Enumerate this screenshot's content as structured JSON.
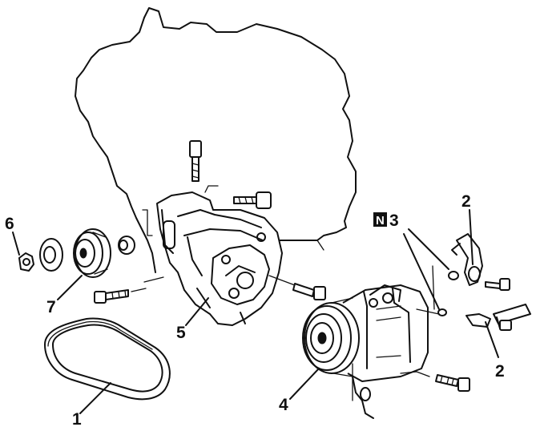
{
  "callouts": {
    "belt": "1",
    "fitting_top": "2",
    "fitting_bottom": "2",
    "o_rings": "3",
    "o_rings_badge": "N",
    "compressor": "4",
    "bracket": "5",
    "nut": "6",
    "pulley": "7"
  }
}
